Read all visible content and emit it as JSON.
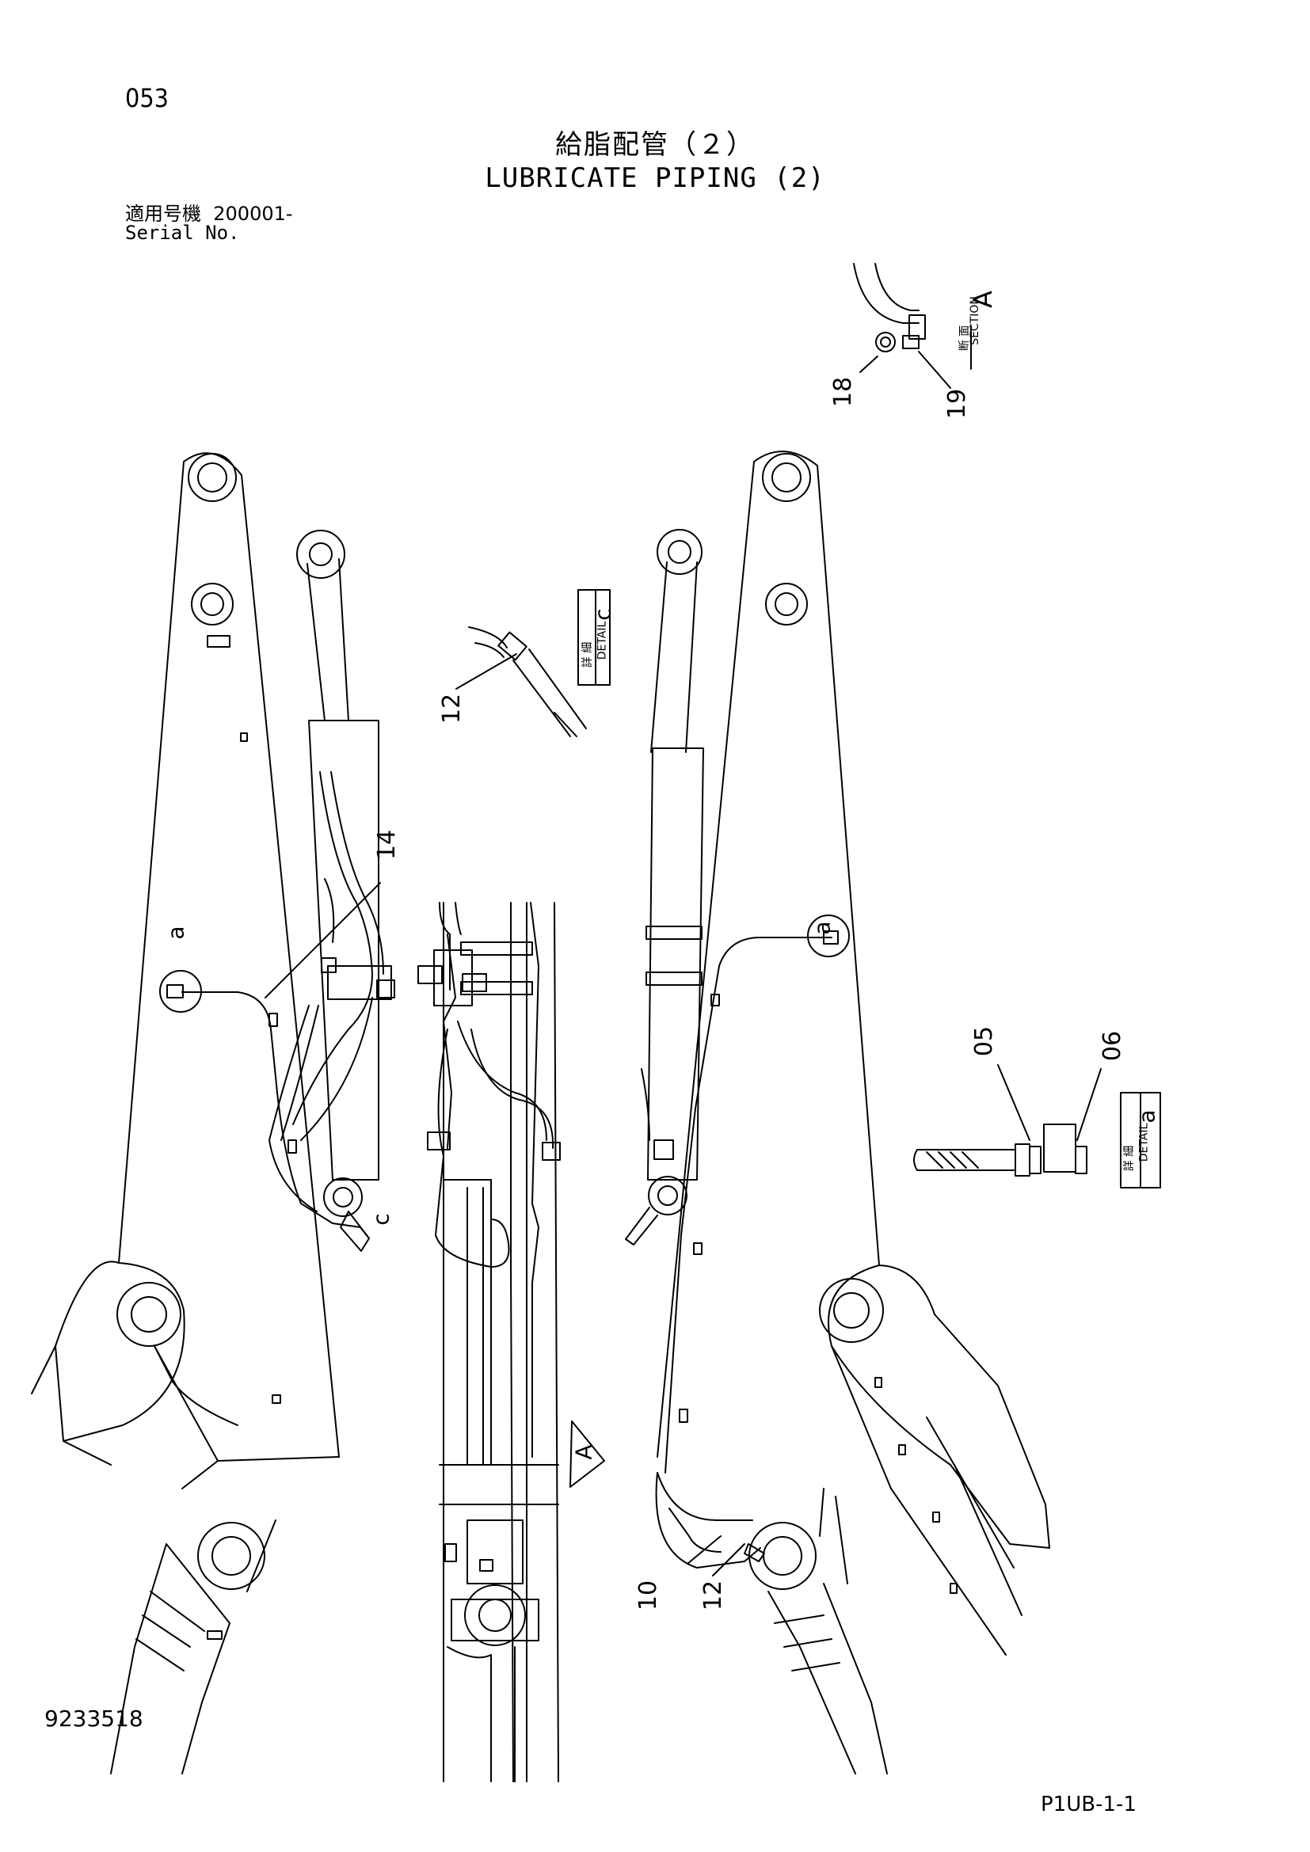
{
  "page_number": "053",
  "title": {
    "japanese": "給脂配管（２）",
    "english": "LUBRICATE PIPING (2)"
  },
  "serial": {
    "label_jp": "適用号機",
    "value": "200001-",
    "label_en": "Serial No."
  },
  "views": [
    {
      "letter": "A",
      "caption_jp": "断 面",
      "caption_en": "SECTION"
    },
    {
      "letter": "c",
      "caption_jp": "詳 細",
      "caption_en": "DETAIL"
    },
    {
      "letter": "a",
      "caption_jp": "詳 細",
      "caption_en": "DETAIL"
    }
  ],
  "callouts": [
    "18",
    "19",
    "12",
    "14",
    "05",
    "06",
    "10",
    "12"
  ],
  "markers": {
    "detail_a": "a",
    "detail_c": "c",
    "section_a": "A"
  },
  "footer": {
    "drawing_number": "9233518",
    "page_code": "P1UB-1-1"
  }
}
